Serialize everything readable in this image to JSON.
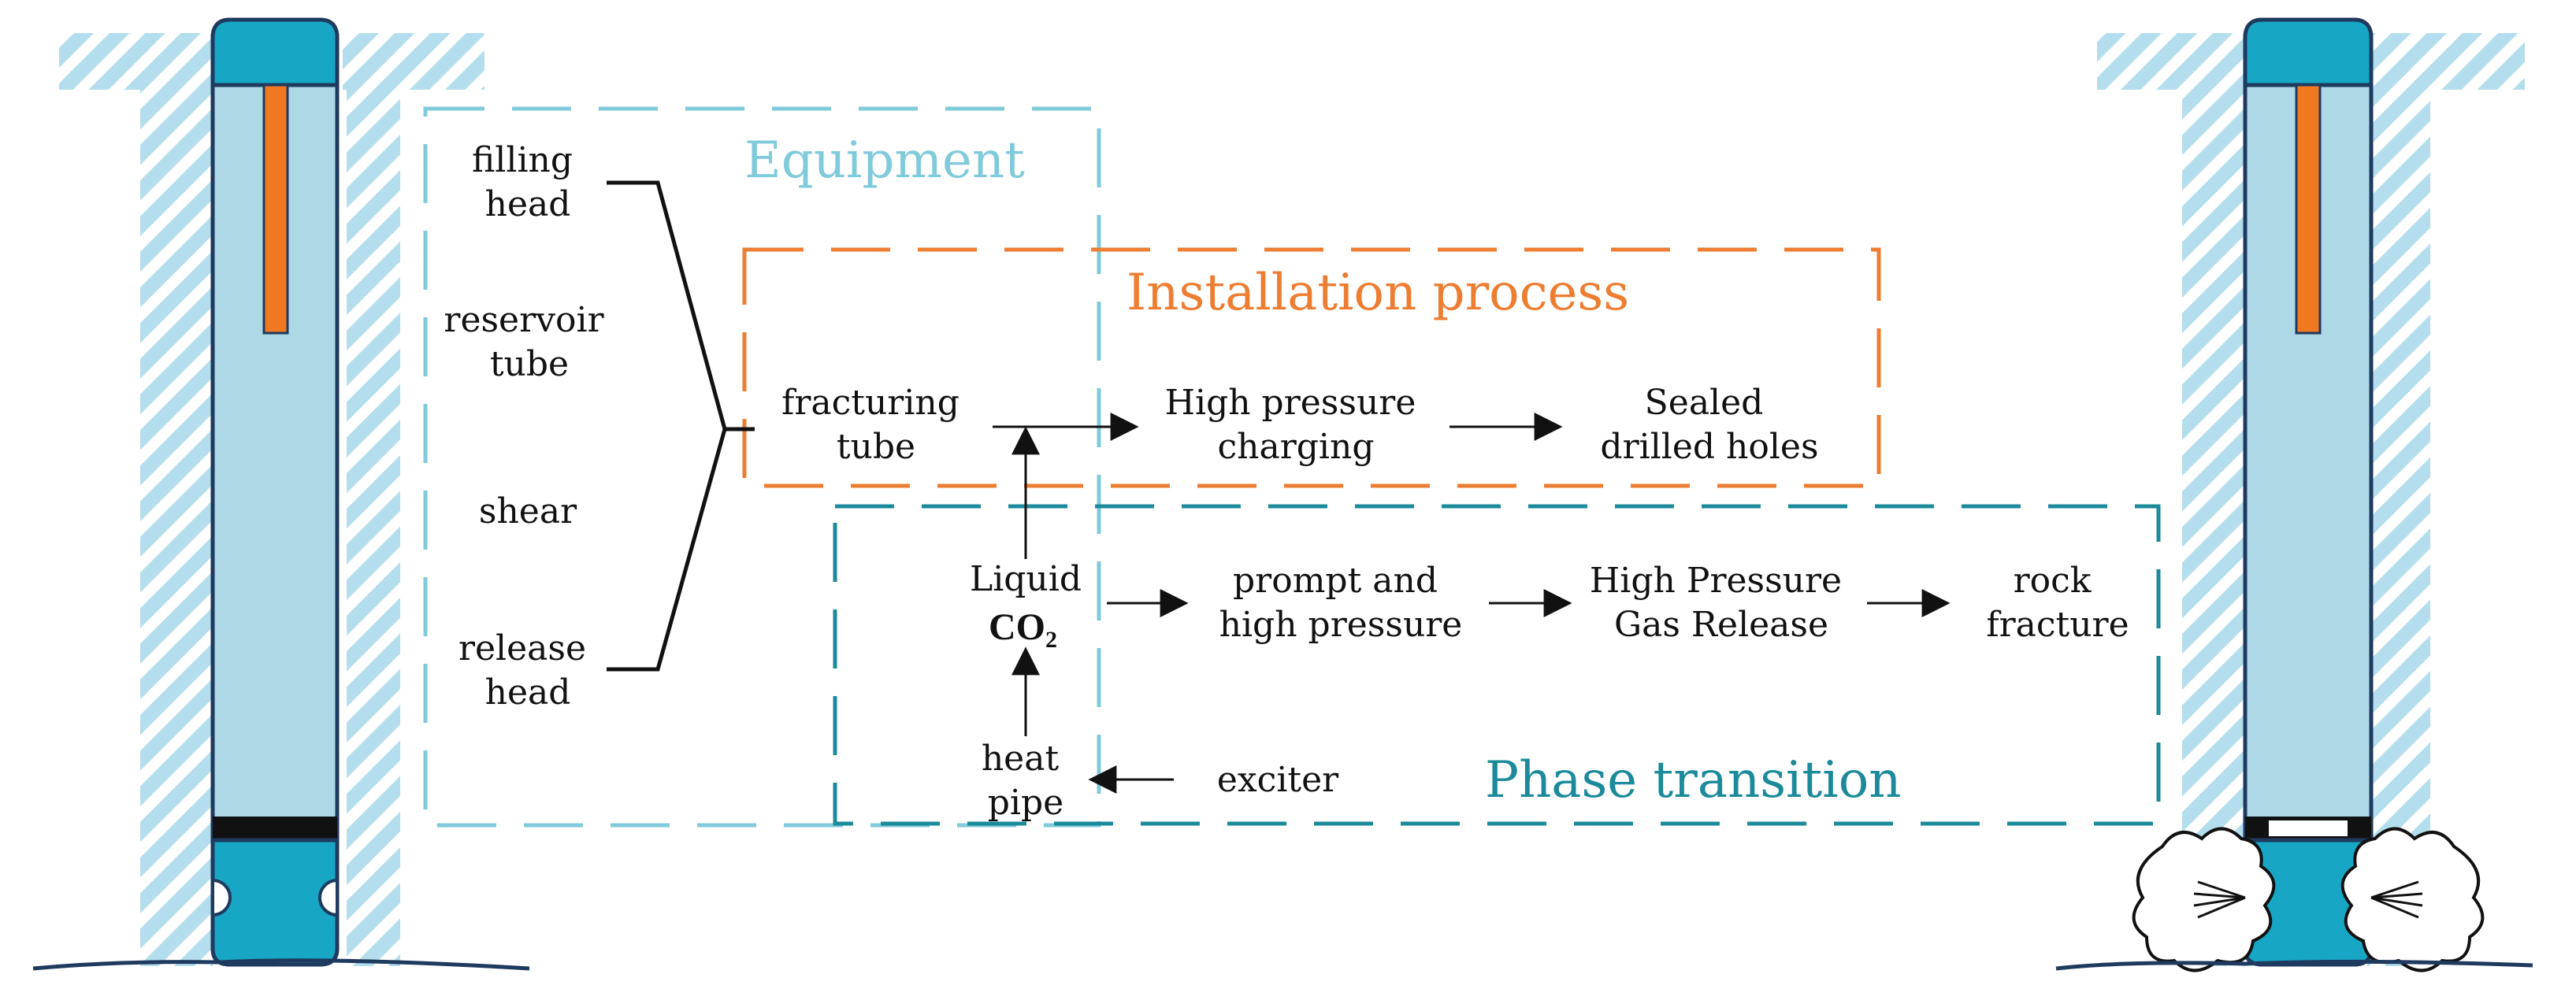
{
  "colors": {
    "equipment": "#7fcadb",
    "installation": "#ed7d31",
    "phase": "#1b8a9a",
    "tube_fill": "#add8e6",
    "tube_cap": "#17a7c5",
    "tube_stroke": "#1f3a5f",
    "orange_bar": "#f07820",
    "text": "#111111"
  },
  "groups": {
    "equipment_title": "Equipment",
    "installation_title": "Installation process",
    "phase_title": "Phase transition"
  },
  "equipment_parts": [
    {
      "lines": [
        "filling",
        "head"
      ]
    },
    {
      "lines": [
        "reservoir",
        "tube"
      ]
    },
    {
      "lines": [
        "shear"
      ]
    },
    {
      "lines": [
        "release",
        "head"
      ]
    }
  ],
  "installation_steps": [
    {
      "lines": [
        "fracturing",
        "tube"
      ]
    },
    {
      "lines": [
        "High pressure",
        "charging"
      ]
    },
    {
      "lines": [
        "Sealed",
        "drilled holes"
      ]
    }
  ],
  "phase_steps": [
    {
      "lines": [
        "prompt and",
        "high pressure"
      ]
    },
    {
      "lines": [
        "High Pressure",
        "Gas Release"
      ]
    },
    {
      "lines": [
        "rock",
        "fracture"
      ]
    }
  ],
  "liquid_co2": {
    "word": "Liquid",
    "formula": "CO",
    "subscript": "2"
  },
  "heat_pipe": {
    "lines": [
      "heat",
      "pipe"
    ]
  },
  "exciter": {
    "label": "exciter"
  }
}
